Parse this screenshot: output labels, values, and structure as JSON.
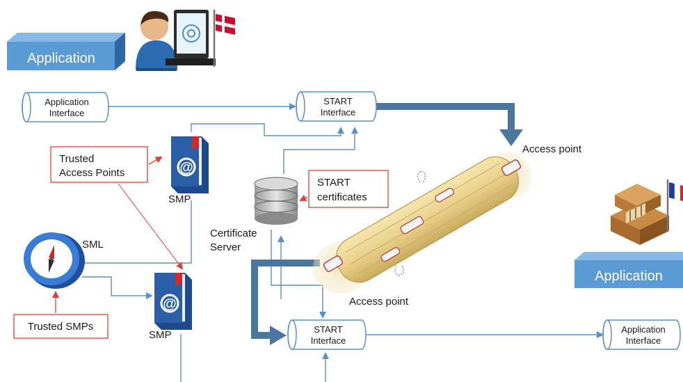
{
  "application_left": {
    "label": "Application"
  },
  "application_right": {
    "label": "Application"
  },
  "app_interface_top": {
    "line1": "Application",
    "line2": "Interface"
  },
  "app_interface_bottom": {
    "line1": "Application",
    "line2": "Interface"
  },
  "start_interface_top": {
    "line1": "START",
    "line2": "Interface"
  },
  "start_interface_bottom": {
    "line1": "START",
    "line2": "Interface"
  },
  "trusted_access_points": {
    "line1": "Trusted",
    "line2": "Access Points"
  },
  "smp_top": {
    "label": "SMP"
  },
  "smp_bottom": {
    "label": "SMP"
  },
  "sml": {
    "label": "SML"
  },
  "trusted_smps": {
    "label": "Trusted SMPs"
  },
  "start_certificates": {
    "line1": "START",
    "line2": "certificates"
  },
  "certificate_server": {
    "line1": "Certificate",
    "line2": "Server"
  },
  "access_point_top": {
    "label": "Access point"
  },
  "access_point_bottom": {
    "label": "Access point"
  },
  "colors": {
    "app_box": "#5b9bd5",
    "app_box_dark": "#3d7cc0",
    "connector": "#5b8fc9",
    "thick_arrow": "#4a76a0",
    "callout_border": "#e0403a",
    "book": "#2a5fa8",
    "cable": "#e8d08a"
  },
  "icons": {
    "person": "person-at-computer-icon",
    "flag_dk": "danish-flag-icon",
    "flag_fr": "french-flag-icon",
    "building": "government-building-icon",
    "book": "address-book-icon",
    "compass": "compass-icon",
    "database": "database-icon"
  }
}
